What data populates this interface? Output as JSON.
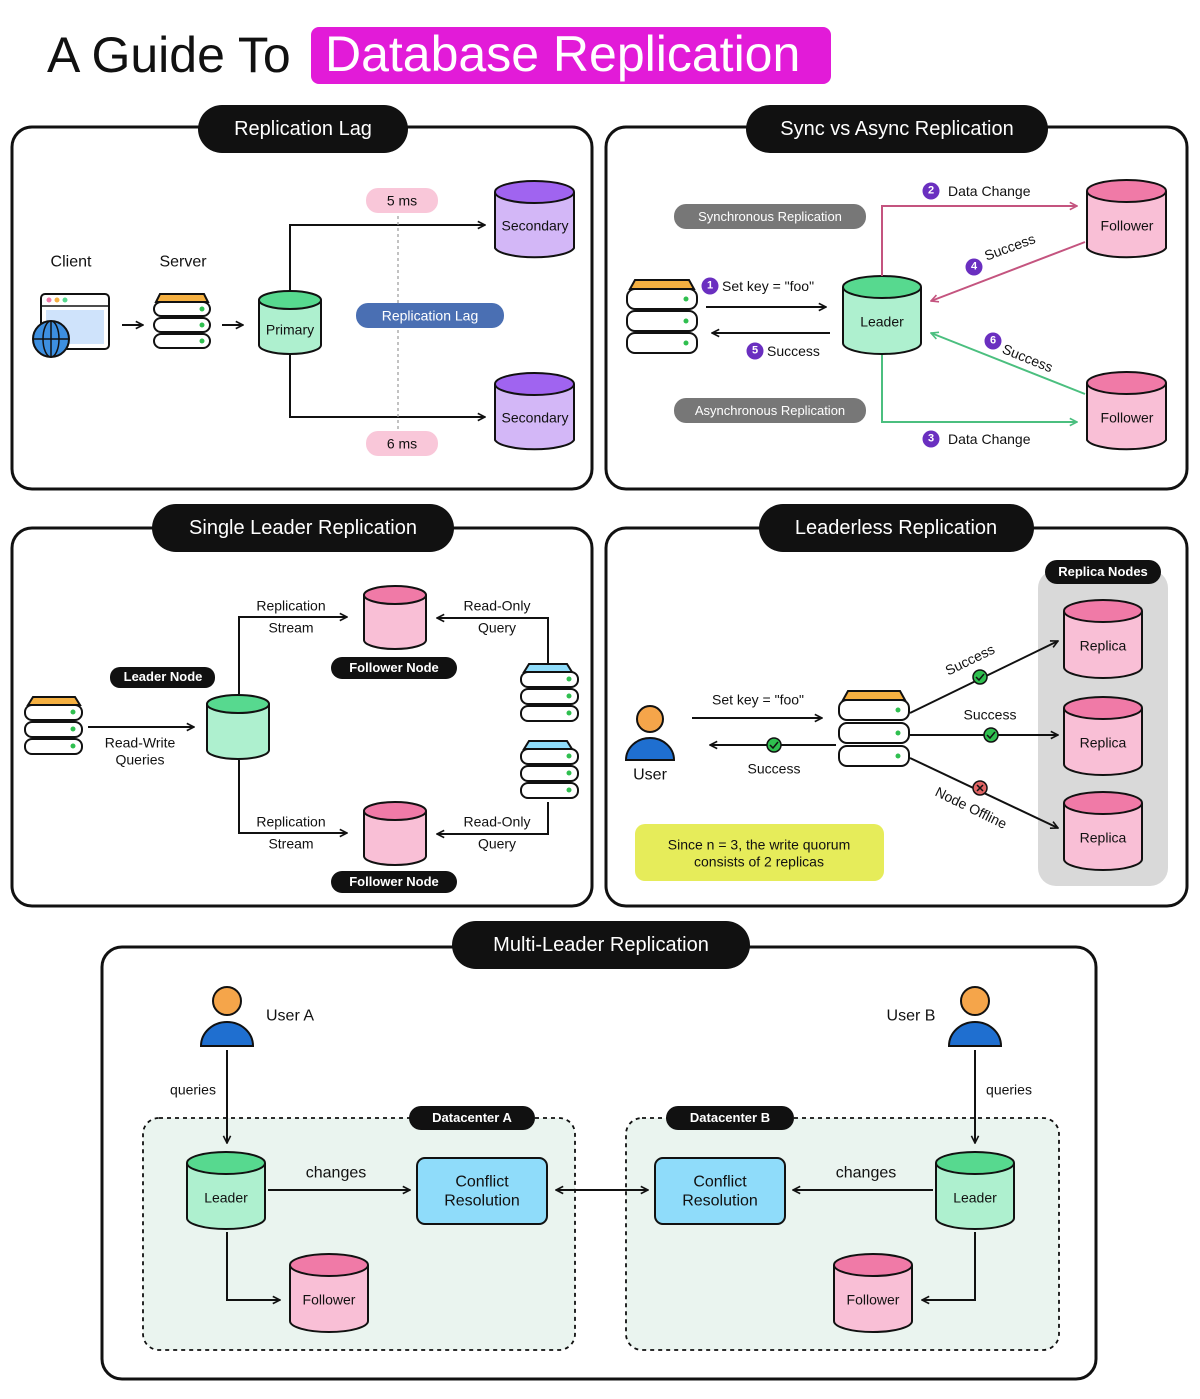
{
  "title": {
    "prefix": "A Guide To",
    "highlight": "Database Replication",
    "highlight_color": "#e21bd8"
  },
  "colors": {
    "primary_green": "#aef0cf",
    "green_top": "#57d98f",
    "pink": "#f9bfd6",
    "pink_top": "#f07aa7",
    "purple": "#d3b7f7",
    "purple_top": "#a064f0",
    "blue_box": "#8fdcfa",
    "dc_bg": "#eaf4ef",
    "gray_pill": "#777777",
    "lag_pill": "#4a6fb3",
    "ms_pill": "#f9c7d9",
    "quorum": "#e6ec5a",
    "success_green": "#2fbf4f",
    "fail_red": "#e06464",
    "async_line": "#4bbf7f",
    "sync_line": "#c4547f"
  },
  "sections": {
    "replication_lag": {
      "title": "Replication Lag",
      "client": "Client",
      "server": "Server",
      "primary": "Primary",
      "secondary_top": "Secondary",
      "secondary_bottom": "Secondary",
      "lag_label": "Replication Lag",
      "ms_top": "5 ms",
      "ms_bottom": "6 ms"
    },
    "sync_async": {
      "title": "Sync vs Async Replication",
      "sync_label": "Synchronous Replication",
      "async_label": "Asynchronous Replication",
      "leader": "Leader",
      "follower_top": "Follower",
      "follower_bottom": "Follower",
      "steps": [
        {
          "n": "1",
          "text": "Set key = \"foo\""
        },
        {
          "n": "2",
          "text": "Data Change"
        },
        {
          "n": "3",
          "text": "Data Change"
        },
        {
          "n": "4",
          "text": "Success"
        },
        {
          "n": "5",
          "text": "Success"
        },
        {
          "n": "6",
          "text": "Success"
        }
      ]
    },
    "single_leader": {
      "title": "Single Leader Replication",
      "leader_node": "Leader Node",
      "follower_node_top": "Follower Node",
      "follower_node_bottom": "Follower Node",
      "rep_top_1": "Replication",
      "rep_top_2": "Stream",
      "rep_bottom_1": "Replication",
      "rep_bottom_2": "Stream",
      "read_top_1": "Read-Only",
      "read_top_2": "Query",
      "read_bottom_1": "Read-Only",
      "read_bottom_2": "Query",
      "rw_1": "Read-Write",
      "rw_2": "Queries"
    },
    "leaderless": {
      "title": "Leaderless Replication",
      "replica_nodes": "Replica Nodes",
      "replicas": [
        "Replica",
        "Replica",
        "Replica"
      ],
      "user": "User",
      "set_key": "Set key = \"foo\"",
      "success_back": "Success",
      "success_1": "Success",
      "success_2": "Success",
      "offline": "Node Offline",
      "quorum_line1": "Since n = 3, the write quorum",
      "quorum_line2": "consists of 2 replicas"
    },
    "multi_leader": {
      "title": "Multi-Leader Replication",
      "user_a": "User A",
      "user_b": "User B",
      "queries_a": "queries",
      "queries_b": "queries",
      "dc_a": "Datacenter A",
      "dc_b": "Datacenter B",
      "leader_a": "Leader",
      "leader_b": "Leader",
      "follower_a": "Follower",
      "follower_b": "Follower",
      "changes_a": "changes",
      "changes_b": "changes",
      "conflict_a_1": "Conflict",
      "conflict_a_2": "Resolution",
      "conflict_b_1": "Conflict",
      "conflict_b_2": "Resolution"
    }
  }
}
